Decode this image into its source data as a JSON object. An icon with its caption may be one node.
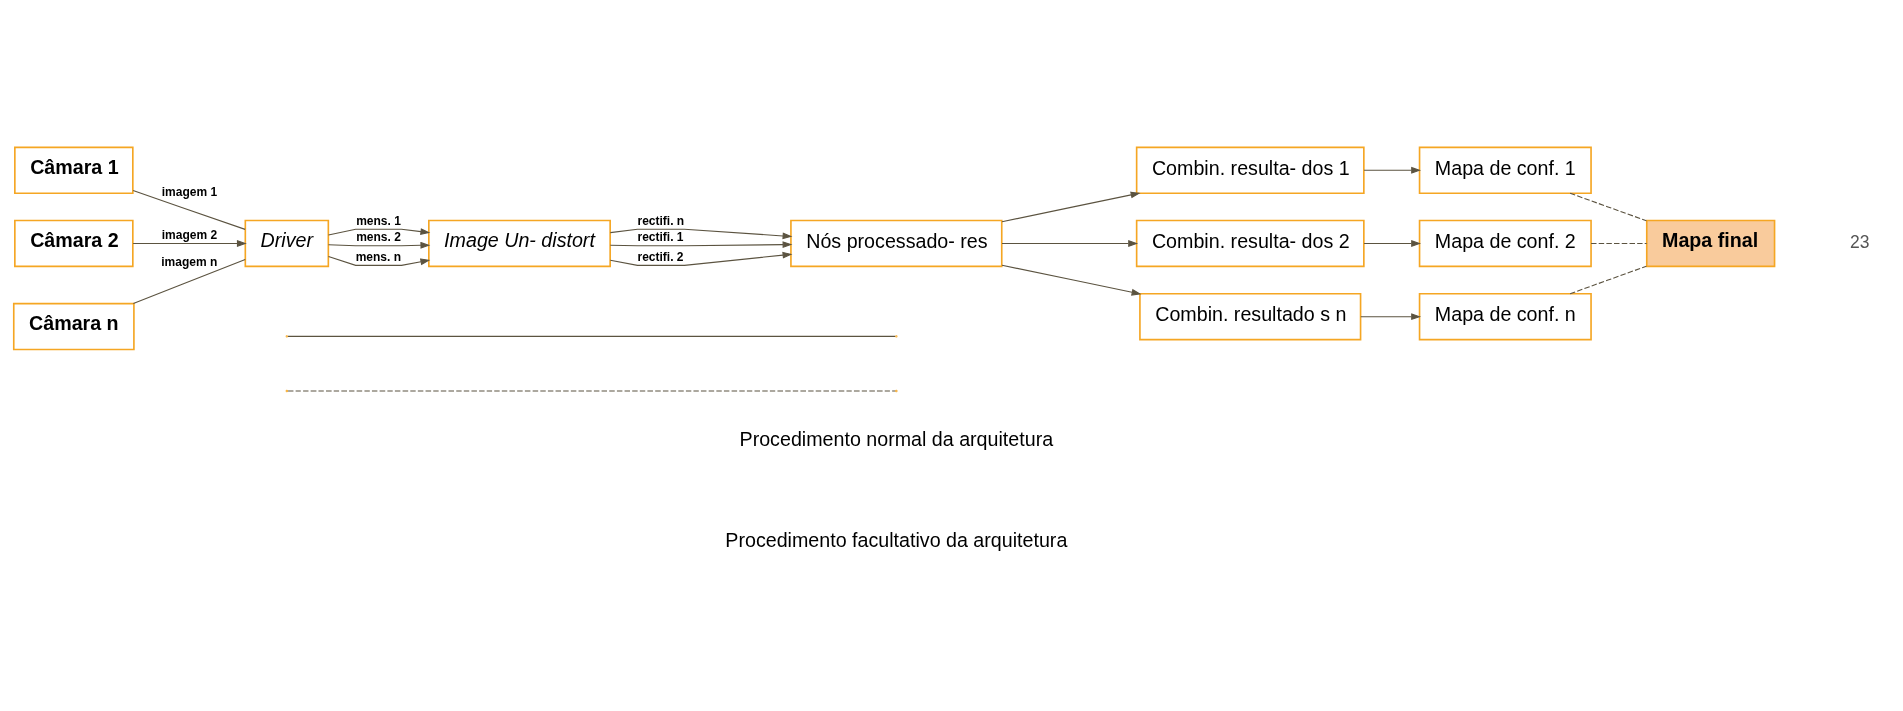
{
  "diagram": {
    "nodes": [
      {
        "text": [
          "Câmara 1"
        ]
      },
      {
        "text": [
          "Câmara 2"
        ]
      },
      {
        "text": [
          "Câmara n"
        ]
      },
      {
        "text": [
          "Driver"
        ]
      },
      {
        "text": [
          "Image Un- distort"
        ]
      },
      {
        "text": [
          "Nós processado- res"
        ]
      },
      {
        "text": [
          "Combin. resulta- dos 1"
        ]
      },
      {
        "text": [
          "Mapa de conf. 1"
        ]
      },
      {
        "text": [
          "Combin. resulta- dos 2"
        ]
      },
      {
        "text": [
          "Mapa de conf. 2"
        ]
      },
      {
        "text": [
          "Combin. resultado s n"
        ]
      },
      {
        "text": [
          "Mapa de conf. n"
        ]
      },
      {
        "text": [
          "Mapa final"
        ]
      }
    ],
    "edges": [
      {
        "from": 0,
        "to": 3,
        "arrow": "none",
        "label": "imagem 1"
      },
      {
        "from": 1,
        "to": 3,
        "arrow": "to",
        "label": "imagem 2"
      },
      {
        "from": 2,
        "to": 3,
        "arrow": "none",
        "label": "imagem n"
      },
      {
        "from": 3,
        "to": 4,
        "arrow": "to",
        "label": "mens. 1"
      },
      {
        "from": 3,
        "to": 4,
        "arrow": "to",
        "label": "mens. 2"
      },
      {
        "from": 3,
        "to": 4,
        "arrow": "to",
        "label": "mens. n"
      },
      {
        "from": 4,
        "to": 5,
        "arrow": "to",
        "label": "rectifi. n"
      },
      {
        "from": 4,
        "to": 5,
        "arrow": "to",
        "label": "rectifi. 1"
      },
      {
        "from": 4,
        "to": 5,
        "arrow": "to",
        "label": "rectifi. 2"
      },
      {
        "from": 5,
        "to": 6,
        "arrow": "to"
      },
      {
        "from": 5,
        "to": 8,
        "arrow": "to"
      },
      {
        "from": 5,
        "to": 10,
        "arrow": "to"
      },
      {
        "from": 6,
        "to": 7,
        "arrow": "to"
      },
      {
        "from": 8,
        "to": 9,
        "arrow": "to"
      },
      {
        "from": 10,
        "to": 11,
        "arrow": "to"
      },
      {
        "from": 7,
        "to": 12,
        "arrow": "none",
        "style": "dashed"
      },
      {
        "from": 9,
        "to": 12,
        "arrow": "none",
        "style": "dashed"
      },
      {
        "from": 11,
        "to": 12,
        "arrow": "none",
        "style": "dashed"
      }
    ],
    "labels": [
      "23"
    ],
    "legend": [
      {
        "text": "Procedimento normal da arquitetura"
      },
      {
        "text": "Procedimento facultativo da arquitetura"
      }
    ]
  }
}
